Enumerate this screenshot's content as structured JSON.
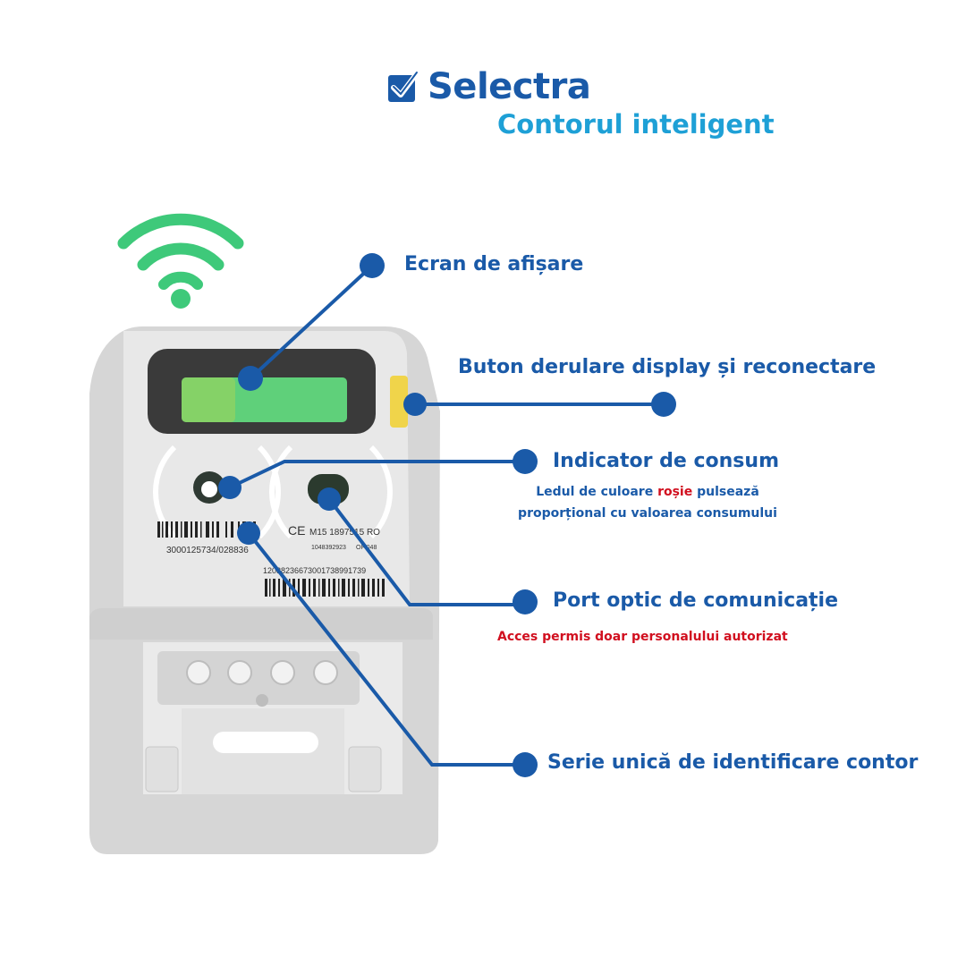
{
  "brand": {
    "name": "Selectra",
    "subtitle": "Contorul inteligent",
    "icon": "checkbox-check-icon",
    "color": "#1a5aa8",
    "subtitle_color": "#1ea0d6"
  },
  "meter": {
    "serial_left": "3000125734/028836",
    "model": "M15 1897515 RO",
    "small_left": "1048392923",
    "small_right": "OF 048",
    "barcode_number": "12038236673001738991739",
    "ce_mark": "CE"
  },
  "labels": {
    "display": "Ecran de afișare",
    "button": "Buton derulare display și reconectare",
    "indicator": "Indicator de consum",
    "indicator_desc_before": "Ledul de culoare ",
    "indicator_desc_red": "roșie",
    "indicator_desc_after": " pulsează",
    "indicator_desc_line2": "proporțional cu valoarea consumului",
    "optical_port": "Port optic de comunicație",
    "optical_port_desc": "Acces permis doar personalului autorizat",
    "serial": "Serie unică de identificare contor"
  },
  "colors": {
    "callout": "#1a5aa8",
    "wifi": "#3ec97a",
    "warning": "#d10f1f",
    "meter_body": "#d9d9d9",
    "screen": "#5fd07a",
    "button": "#f0d44a"
  }
}
